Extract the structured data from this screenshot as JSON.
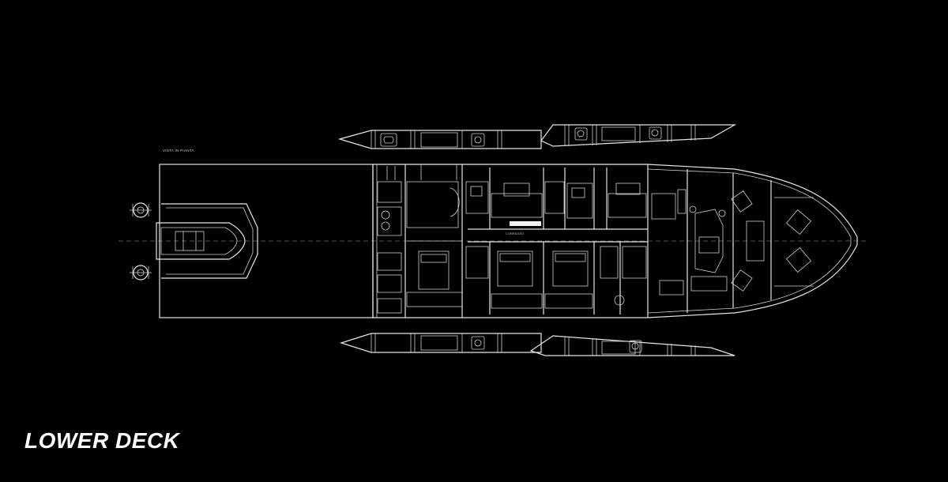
{
  "title": "LOWER DECK",
  "plan_top_label": "VISTA IN PIANTA",
  "room_labels": {
    "corridor": "CORRIDOIO"
  },
  "colors": {
    "background": "#000000",
    "line": "#e6e6e6",
    "title": "#ffffff"
  }
}
